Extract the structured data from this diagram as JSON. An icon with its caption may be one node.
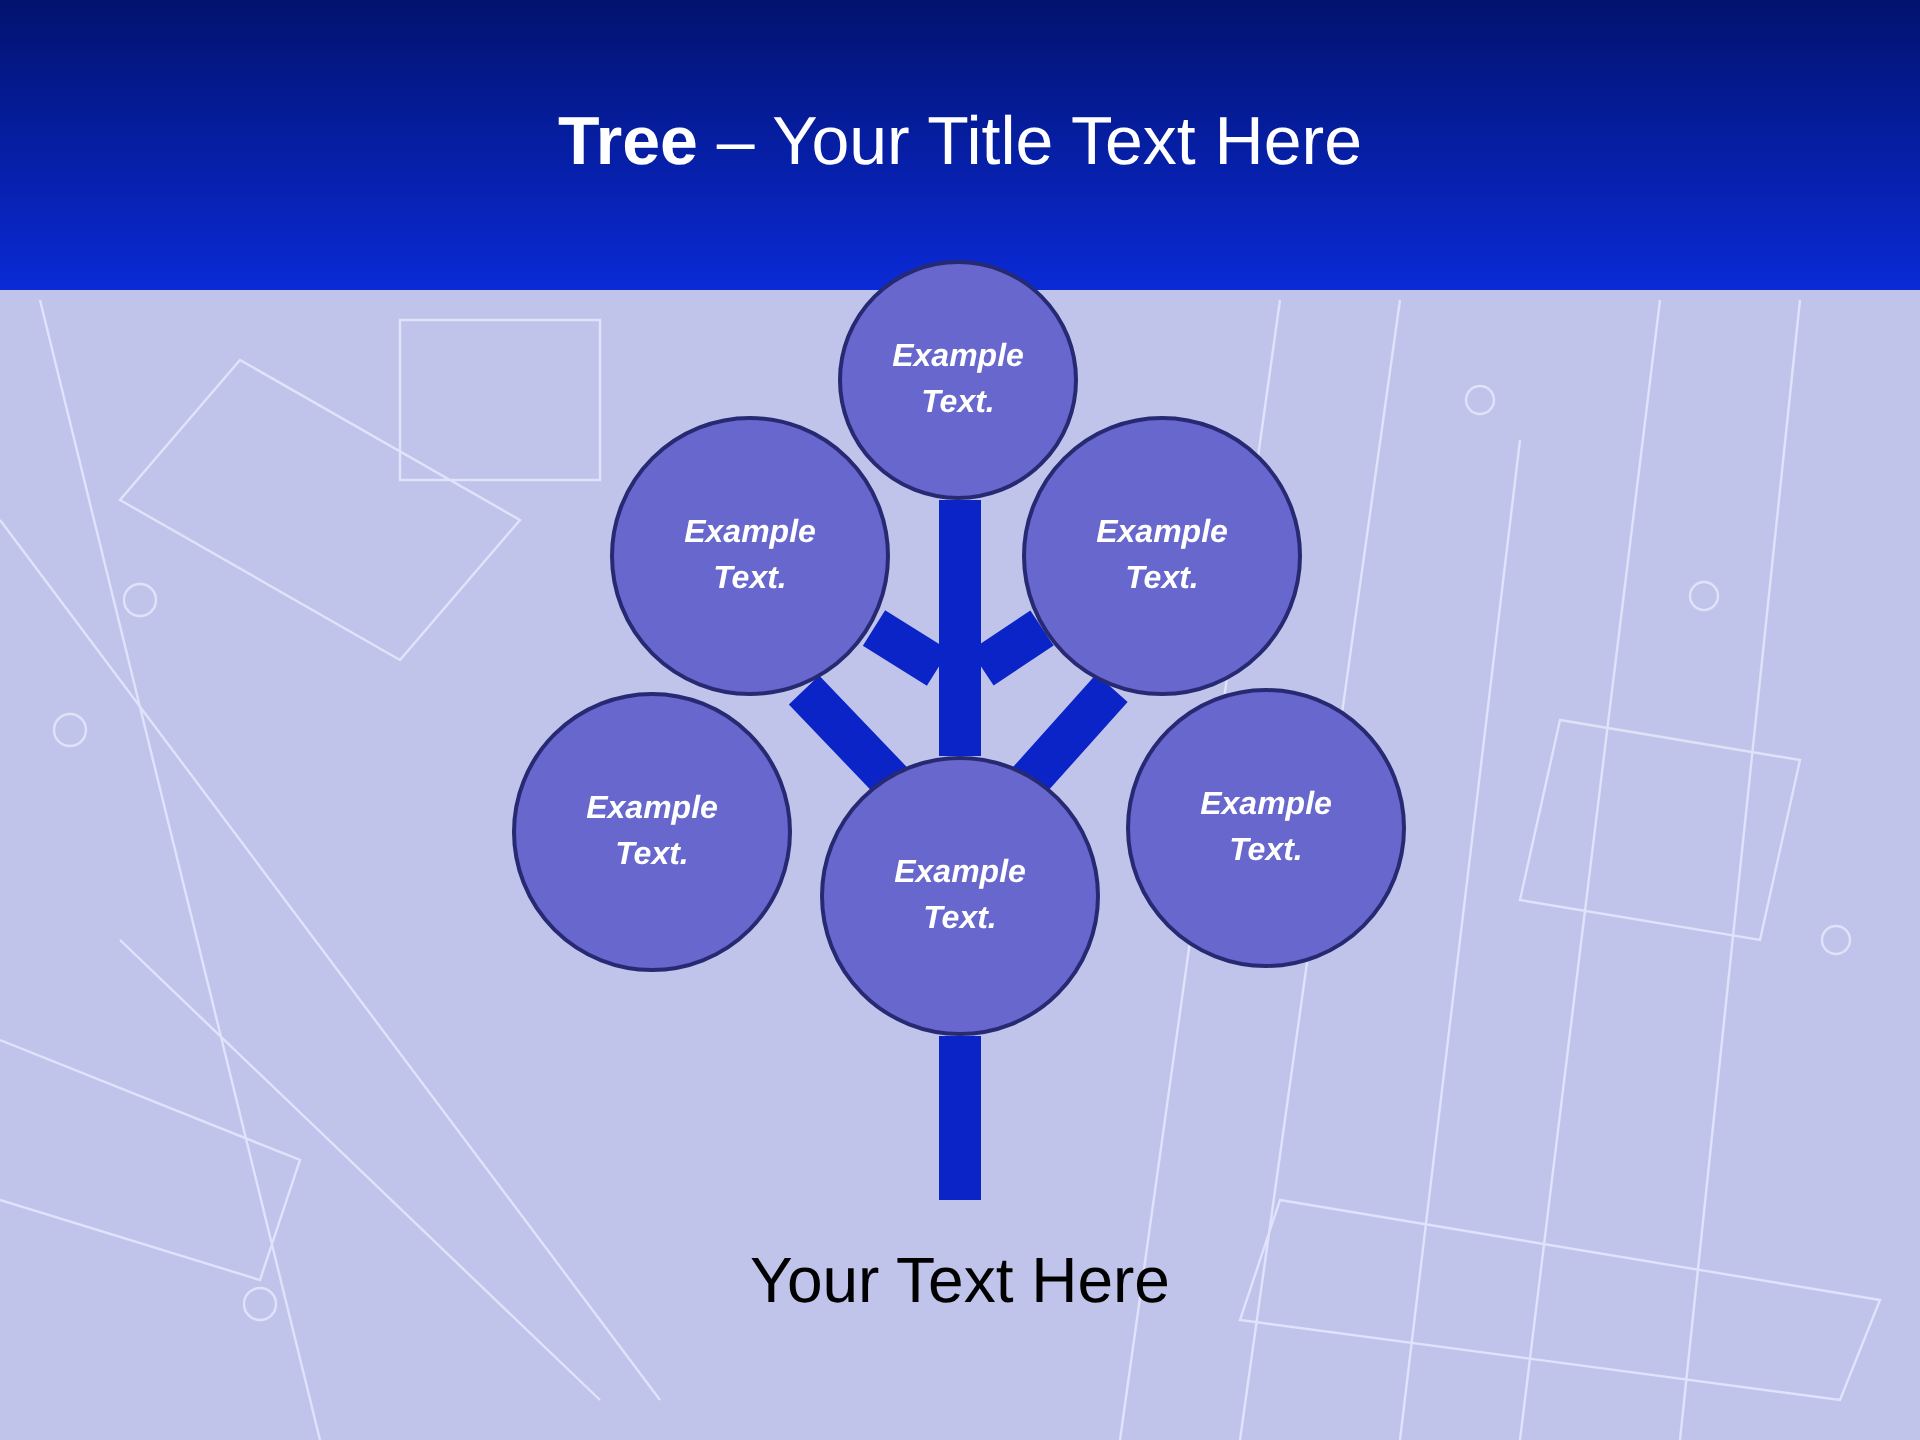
{
  "diagram": {
    "title": "**Tree** – Your Title Text Here",
    "nodes": [
      {
        "text": [
          "Example Text."
        ]
      },
      {
        "text": [
          "Example Text."
        ]
      },
      {
        "text": [
          "Example Text."
        ]
      },
      {
        "text": [
          "Example Text."
        ]
      },
      {
        "text": [
          "Example Text."
        ]
      },
      {
        "text": [
          "Example Text."
        ]
      }
    ],
    "edges": [
      {
        "from": 4,
        "to": 0,
        "arrow": "none"
      },
      {
        "from": 4,
        "to": 1,
        "arrow": "none"
      },
      {
        "from": 4,
        "to": 2,
        "arrow": "none"
      },
      {
        "from": null,
        "to": 4,
        "arrow": "none"
      }
    ],
    "labels": [
      "Your Text Here"
    ]
  }
}
